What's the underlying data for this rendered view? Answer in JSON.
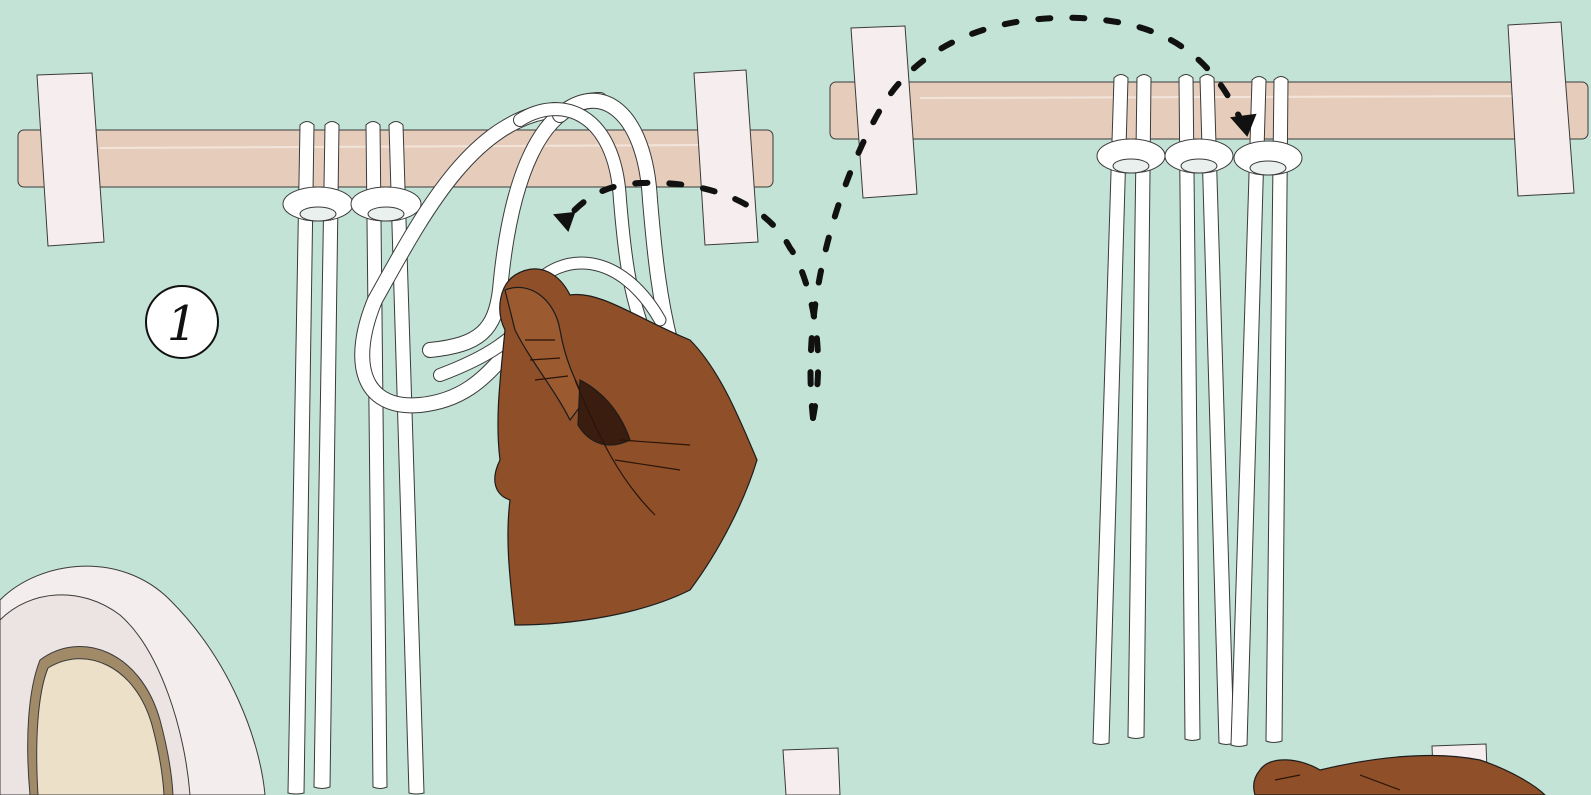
{
  "scene": {
    "background_color": "#c2e3d6",
    "dowel_color": "#e6cdbb",
    "tape_color": "#f6eeee",
    "cord_color": "#ffffff",
    "skin_color": "#8f4f28",
    "arrow_color": "#111111"
  },
  "step": {
    "number": "1"
  },
  "icons": [
    "dowel",
    "masking-tape",
    "cord",
    "lark-head-knot",
    "hand",
    "dashed-arrow",
    "tape-roll"
  ]
}
